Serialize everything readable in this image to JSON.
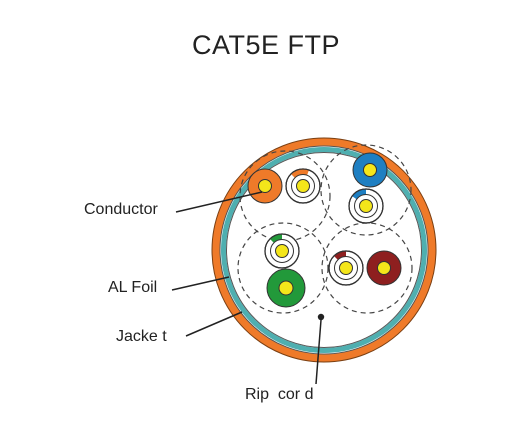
{
  "title": "CAT5E FTP",
  "labels": {
    "conductor": "Conductor",
    "al_foil": "AL Foil",
    "jacket": "Jacke t",
    "rip_cord": "Rip  cor d"
  },
  "colors": {
    "jacket": "#EF7A29",
    "foil": "#4FAFB0",
    "conductor": "#F4E61A",
    "orange": "#EF7A29",
    "blue": "#1E7FC2",
    "green": "#22993A",
    "brown": "#8E1F1F",
    "outline": "#333333"
  }
}
